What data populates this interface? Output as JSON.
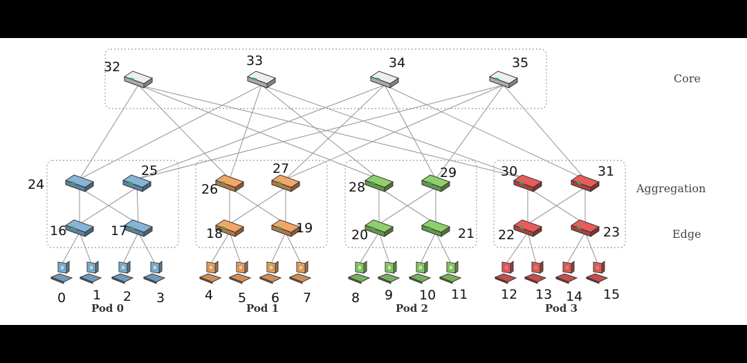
{
  "layers": {
    "core": "Core",
    "aggregation": "Aggregation",
    "edge": "Edge"
  },
  "pods": [
    "Pod 0",
    "Pod 1",
    "Pod 2",
    "Pod 3"
  ],
  "colors": {
    "pod0": "#86b4d8",
    "pod1": "#f3a766",
    "pod2": "#8fcf6c",
    "pod3": "#e85c5c",
    "core": "#eeeeee",
    "link": "#9a9a9a"
  },
  "host_labels": [
    "0",
    "1",
    "2",
    "3",
    "4",
    "5",
    "6",
    "7",
    "8",
    "9",
    "10",
    "11",
    "12",
    "13",
    "14",
    "15"
  ],
  "edge_labels": [
    "16",
    "17",
    "18",
    "19",
    "20",
    "21",
    "22",
    "23"
  ],
  "agg_labels": [
    "24",
    "25",
    "26",
    "27",
    "28",
    "29",
    "30",
    "31"
  ],
  "core_labels": [
    "32",
    "33",
    "34",
    "35"
  ]
}
